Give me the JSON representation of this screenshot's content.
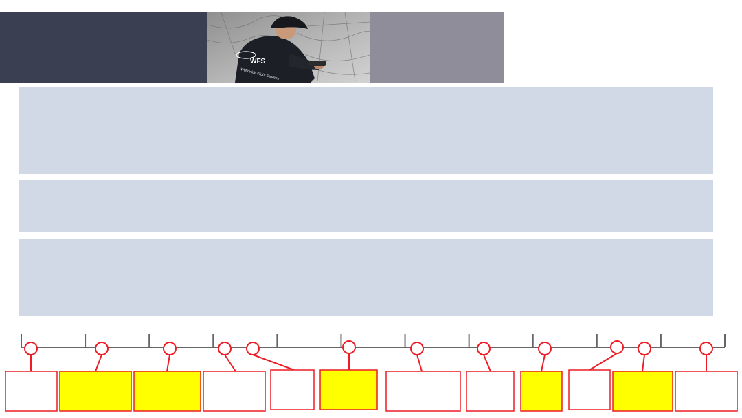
{
  "banner": {
    "logo_text": "WFS",
    "logo_subtext": "Worldwide Flight Services",
    "colors": {
      "dark_panel": "#3a3f52",
      "gray_panel": "#8e8d99"
    }
  },
  "content_blocks": [
    {
      "text": ""
    },
    {
      "text": ""
    },
    {
      "text": ""
    }
  ],
  "timeline": {
    "segments": 11,
    "colors": {
      "axis": "#666666",
      "marker": "#ee1c25",
      "highlight_fill": "#ffff00",
      "plain_fill": "#ffffff"
    },
    "boxes": [
      {
        "label": "",
        "highlight": false
      },
      {
        "label": "",
        "highlight": true
      },
      {
        "label": "",
        "highlight": true
      },
      {
        "label": "",
        "highlight": false
      },
      {
        "label": "",
        "highlight": false
      },
      {
        "label": "",
        "highlight": true
      },
      {
        "label": "",
        "highlight": false
      },
      {
        "label": "",
        "highlight": false
      },
      {
        "label": "",
        "highlight": true
      },
      {
        "label": "",
        "highlight": false
      },
      {
        "label": "",
        "highlight": true
      },
      {
        "label": "",
        "highlight": false
      }
    ]
  }
}
